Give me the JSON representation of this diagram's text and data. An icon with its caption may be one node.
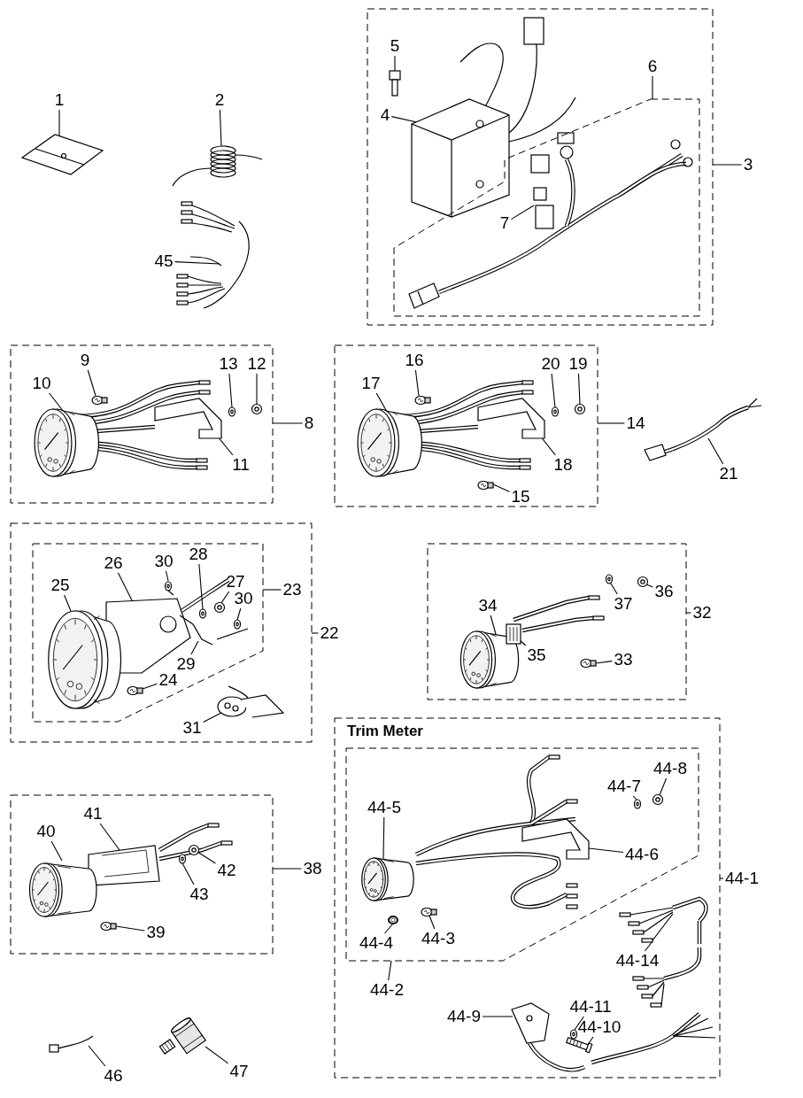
{
  "diagram": {
    "nodes": [
      {
        "text": [
          "1"
        ]
      },
      {
        "text": [],
        "shape": "picture"
      },
      {
        "text": [
          "2"
        ]
      },
      {
        "text": [],
        "shape": "picture"
      },
      {
        "text": [
          "45"
        ]
      },
      {
        "text": [],
        "shape": "picture"
      },
      {
        "text": [],
        "shape": "box"
      },
      {
        "text": [
          "5"
        ],
        "in": 6
      },
      {
        "text": [],
        "shape": "picture",
        "in": 6
      },
      {
        "text": [
          "4"
        ],
        "in": 6
      },
      {
        "text": [],
        "shape": "picture",
        "in": 6
      },
      {
        "text": [
          "6"
        ],
        "in": 6
      },
      {
        "text": [],
        "shape": "box",
        "in": 6
      },
      {
        "text": [],
        "shape": "picture",
        "in": 12
      },
      {
        "text": [
          "7"
        ],
        "in": 12
      },
      {
        "text": [],
        "shape": "picture",
        "in": 12
      },
      {
        "text": [
          "3"
        ]
      },
      {
        "text": [],
        "shape": "box"
      },
      {
        "text": [
          "9"
        ],
        "in": 17
      },
      {
        "text": [],
        "shape": "picture",
        "in": 17
      },
      {
        "text": [
          "10"
        ],
        "in": 17
      },
      {
        "text": [],
        "shape": "picture",
        "in": 17
      },
      {
        "text": [
          "13"
        ],
        "in": 17
      },
      {
        "text": [],
        "shape": "picture",
        "in": 17
      },
      {
        "text": [
          "12"
        ],
        "in": 17
      },
      {
        "text": [],
        "shape": "picture",
        "in": 17
      },
      {
        "text": [
          "11"
        ],
        "in": 17
      },
      {
        "text": [],
        "shape": "picture",
        "in": 17
      },
      {
        "text": [
          "8"
        ]
      },
      {
        "text": [],
        "shape": "box"
      },
      {
        "text": [
          "16"
        ],
        "in": 29
      },
      {
        "text": [],
        "shape": "picture",
        "in": 29
      },
      {
        "text": [
          "17"
        ],
        "in": 29
      },
      {
        "text": [],
        "shape": "picture",
        "in": 29
      },
      {
        "text": [
          "20"
        ],
        "in": 29
      },
      {
        "text": [],
        "shape": "picture",
        "in": 29
      },
      {
        "text": [
          "19"
        ],
        "in": 29
      },
      {
        "text": [],
        "shape": "picture",
        "in": 29
      },
      {
        "text": [
          "18"
        ],
        "in": 29
      },
      {
        "text": [],
        "shape": "picture",
        "in": 29
      },
      {
        "text": [
          "15"
        ],
        "in": 29
      },
      {
        "text": [],
        "shape": "picture",
        "in": 29
      },
      {
        "text": [
          "14"
        ]
      },
      {
        "text": [
          "21"
        ]
      },
      {
        "text": [],
        "shape": "picture"
      },
      {
        "text": [],
        "shape": "box"
      },
      {
        "text": [],
        "shape": "box",
        "in": 45
      },
      {
        "text": [
          "26"
        ],
        "in": 46
      },
      {
        "text": [],
        "shape": "picture",
        "in": 46
      },
      {
        "text": [
          "30"
        ],
        "in": 46
      },
      {
        "text": [],
        "shape": "picture",
        "in": 46
      },
      {
        "text": [
          "28"
        ],
        "in": 46
      },
      {
        "text": [],
        "shape": "picture",
        "in": 46
      },
      {
        "text": [
          "25"
        ],
        "in": 46
      },
      {
        "text": [],
        "shape": "picture",
        "in": 46
      },
      {
        "text": [
          "27"
        ],
        "in": 46
      },
      {
        "text": [],
        "shape": "picture",
        "in": 46
      },
      {
        "text": [
          "30"
        ],
        "in": 46
      },
      {
        "text": [],
        "shape": "picture",
        "in": 46
      },
      {
        "text": [
          "29"
        ],
        "in": 46
      },
      {
        "text": [],
        "shape": "picture",
        "in": 46
      },
      {
        "text": [
          "24"
        ],
        "in": 46
      },
      {
        "text": [],
        "shape": "picture",
        "in": 46
      },
      {
        "text": [
          "23"
        ],
        "in": 45
      },
      {
        "text": [
          "31"
        ],
        "in": 45
      },
      {
        "text": [],
        "shape": "picture",
        "in": 45
      },
      {
        "text": [
          "22"
        ]
      },
      {
        "text": [],
        "shape": "box"
      },
      {
        "text": [
          "34"
        ],
        "in": 67
      },
      {
        "text": [],
        "shape": "picture",
        "in": 67
      },
      {
        "text": [
          "36"
        ],
        "in": 67
      },
      {
        "text": [],
        "shape": "picture",
        "in": 67
      },
      {
        "text": [
          "37"
        ],
        "in": 67
      },
      {
        "text": [],
        "shape": "picture",
        "in": 67
      },
      {
        "text": [
          "35"
        ],
        "in": 67
      },
      {
        "text": [],
        "shape": "picture",
        "in": 67
      },
      {
        "text": [
          "33"
        ],
        "in": 67
      },
      {
        "text": [],
        "shape": "picture",
        "in": 67
      },
      {
        "text": [
          "32"
        ]
      },
      {
        "text": [
          "Trim Meter"
        ]
      },
      {
        "text": [],
        "shape": "box",
        "in": 79
      },
      {
        "text": [
          "44-8"
        ],
        "in": 80
      },
      {
        "text": [],
        "shape": "picture",
        "in": 80
      },
      {
        "text": [
          "44-7"
        ],
        "in": 80
      },
      {
        "text": [],
        "shape": "picture",
        "in": 80
      },
      {
        "text": [
          "44-5"
        ],
        "in": 80
      },
      {
        "text": [],
        "shape": "picture",
        "in": 80
      },
      {
        "text": [
          "44-6"
        ],
        "in": 80
      },
      {
        "text": [],
        "shape": "picture",
        "in": 80
      },
      {
        "text": [
          "44-4"
        ],
        "in": 80
      },
      {
        "text": [],
        "shape": "picture",
        "in": 80
      },
      {
        "text": [
          "44-3"
        ],
        "in": 80
      },
      {
        "text": [],
        "shape": "picture",
        "in": 80
      },
      {
        "text": [
          "44-2"
        ],
        "in": 79
      },
      {
        "text": [
          "44-14"
        ],
        "in": 79
      },
      {
        "text": [],
        "shape": "picture",
        "in": 79
      },
      {
        "text": [
          "44-11"
        ],
        "in": 79
      },
      {
        "text": [],
        "shape": "picture",
        "in": 79
      },
      {
        "text": [
          "44-9"
        ],
        "in": 79
      },
      {
        "text": [],
        "shape": "picture",
        "in": 79
      },
      {
        "text": [
          "44-10"
        ],
        "in": 79
      },
      {
        "text": [],
        "shape": "picture",
        "in": 79
      },
      {
        "text": [
          "44-1"
        ]
      },
      {
        "text": [],
        "shape": "box"
      },
      {
        "text": [
          "41"
        ],
        "in": 103
      },
      {
        "text": [],
        "shape": "picture",
        "in": 103
      },
      {
        "text": [
          "40"
        ],
        "in": 103
      },
      {
        "text": [],
        "shape": "picture",
        "in": 103
      },
      {
        "text": [
          "42"
        ],
        "in": 103
      },
      {
        "text": [],
        "shape": "picture",
        "in": 103
      },
      {
        "text": [
          "43"
        ],
        "in": 103
      },
      {
        "text": [],
        "shape": "picture",
        "in": 103
      },
      {
        "text": [
          "39"
        ],
        "in": 103
      },
      {
        "text": [],
        "shape": "picture",
        "in": 103
      },
      {
        "text": [
          "38"
        ]
      },
      {
        "text": [
          "46"
        ]
      },
      {
        "text": [],
        "shape": "picture"
      },
      {
        "text": [
          "47"
        ]
      },
      {
        "text": [],
        "shape": "picture"
      }
    ],
    "edges": [
      {
        "from": 0,
        "to": 1,
        "arrow": "none"
      },
      {
        "from": 2,
        "to": 3,
        "arrow": "none"
      },
      {
        "from": 4,
        "to": 5,
        "arrow": "none"
      },
      {
        "from": 7,
        "to": 8,
        "arrow": "none"
      },
      {
        "from": 9,
        "to": 10,
        "arrow": "none"
      },
      {
        "from": 11,
        "to": 12,
        "arrow": "none"
      },
      {
        "from": 14,
        "to": 15,
        "arrow": "none"
      },
      {
        "from": 16,
        "to": 6,
        "arrow": "none"
      },
      {
        "from": 18,
        "to": 19,
        "arrow": "none"
      },
      {
        "from": 20,
        "to": 21,
        "arrow": "none"
      },
      {
        "from": 22,
        "to": 23,
        "arrow": "none"
      },
      {
        "from": 24,
        "to": 25,
        "arrow": "none"
      },
      {
        "from": 26,
        "to": 27,
        "arrow": "none"
      },
      {
        "from": 28,
        "to": 17,
        "arrow": "none"
      },
      {
        "from": 30,
        "to": 31,
        "arrow": "none"
      },
      {
        "from": 32,
        "to": 33,
        "arrow": "none"
      },
      {
        "from": 34,
        "to": 35,
        "arrow": "none"
      },
      {
        "from": 36,
        "to": 37,
        "arrow": "none"
      },
      {
        "from": 38,
        "to": 39,
        "arrow": "none"
      },
      {
        "from": 40,
        "to": 41,
        "arrow": "none"
      },
      {
        "from": 42,
        "to": 29,
        "arrow": "none"
      },
      {
        "from": 43,
        "to": 44,
        "arrow": "none"
      },
      {
        "from": 47,
        "to": 48,
        "arrow": "none"
      },
      {
        "from": 49,
        "to": 50,
        "arrow": "none"
      },
      {
        "from": 51,
        "to": 52,
        "arrow": "none"
      },
      {
        "from": 53,
        "to": 54,
        "arrow": "none"
      },
      {
        "from": 55,
        "to": 56,
        "arrow": "none"
      },
      {
        "from": 57,
        "to": 58,
        "arrow": "none"
      },
      {
        "from": 59,
        "to": 60,
        "arrow": "none"
      },
      {
        "from": 61,
        "to": 62,
        "arrow": "none"
      },
      {
        "from": 63,
        "to": 46,
        "arrow": "none"
      },
      {
        "from": 64,
        "to": 65,
        "arrow": "none"
      },
      {
        "from": 66,
        "to": 45,
        "arrow": "none"
      },
      {
        "from": 68,
        "to": 69,
        "arrow": "none"
      },
      {
        "from": 70,
        "to": 71,
        "arrow": "none"
      },
      {
        "from": 72,
        "to": 73,
        "arrow": "none"
      },
      {
        "from": 74,
        "to": 75,
        "arrow": "none"
      },
      {
        "from": 76,
        "to": 77,
        "arrow": "none"
      },
      {
        "from": 78,
        "to": 67,
        "arrow": "none"
      },
      {
        "from": 81,
        "to": 82,
        "arrow": "none"
      },
      {
        "from": 83,
        "to": 84,
        "arrow": "none"
      },
      {
        "from": 85,
        "to": 86,
        "arrow": "none"
      },
      {
        "from": 87,
        "to": 88,
        "arrow": "none"
      },
      {
        "from": 89,
        "to": 90,
        "arrow": "none"
      },
      {
        "from": 91,
        "to": 92,
        "arrow": "none"
      },
      {
        "from": 93,
        "to": 80,
        "arrow": "none"
      },
      {
        "from": 94,
        "to": 95,
        "arrow": "none"
      },
      {
        "from": 96,
        "to": 97,
        "arrow": "none"
      },
      {
        "from": 98,
        "to": 99,
        "arrow": "none"
      },
      {
        "from": 100,
        "to": 101,
        "arrow": "none"
      },
      {
        "from": 102,
        "to": 79,
        "arrow": "none"
      },
      {
        "from": 104,
        "to": 105,
        "arrow": "none"
      },
      {
        "from": 106,
        "to": 107,
        "arrow": "none"
      },
      {
        "from": 108,
        "to": 109,
        "arrow": "none"
      },
      {
        "from": 110,
        "to": 111,
        "arrow": "none"
      },
      {
        "from": 112,
        "to": 113,
        "arrow": "none"
      },
      {
        "from": 114,
        "to": 103,
        "arrow": "none"
      },
      {
        "from": 115,
        "to": 116,
        "arrow": "none"
      },
      {
        "from": 117,
        "to": 118,
        "arrow": "none"
      }
    ]
  }
}
